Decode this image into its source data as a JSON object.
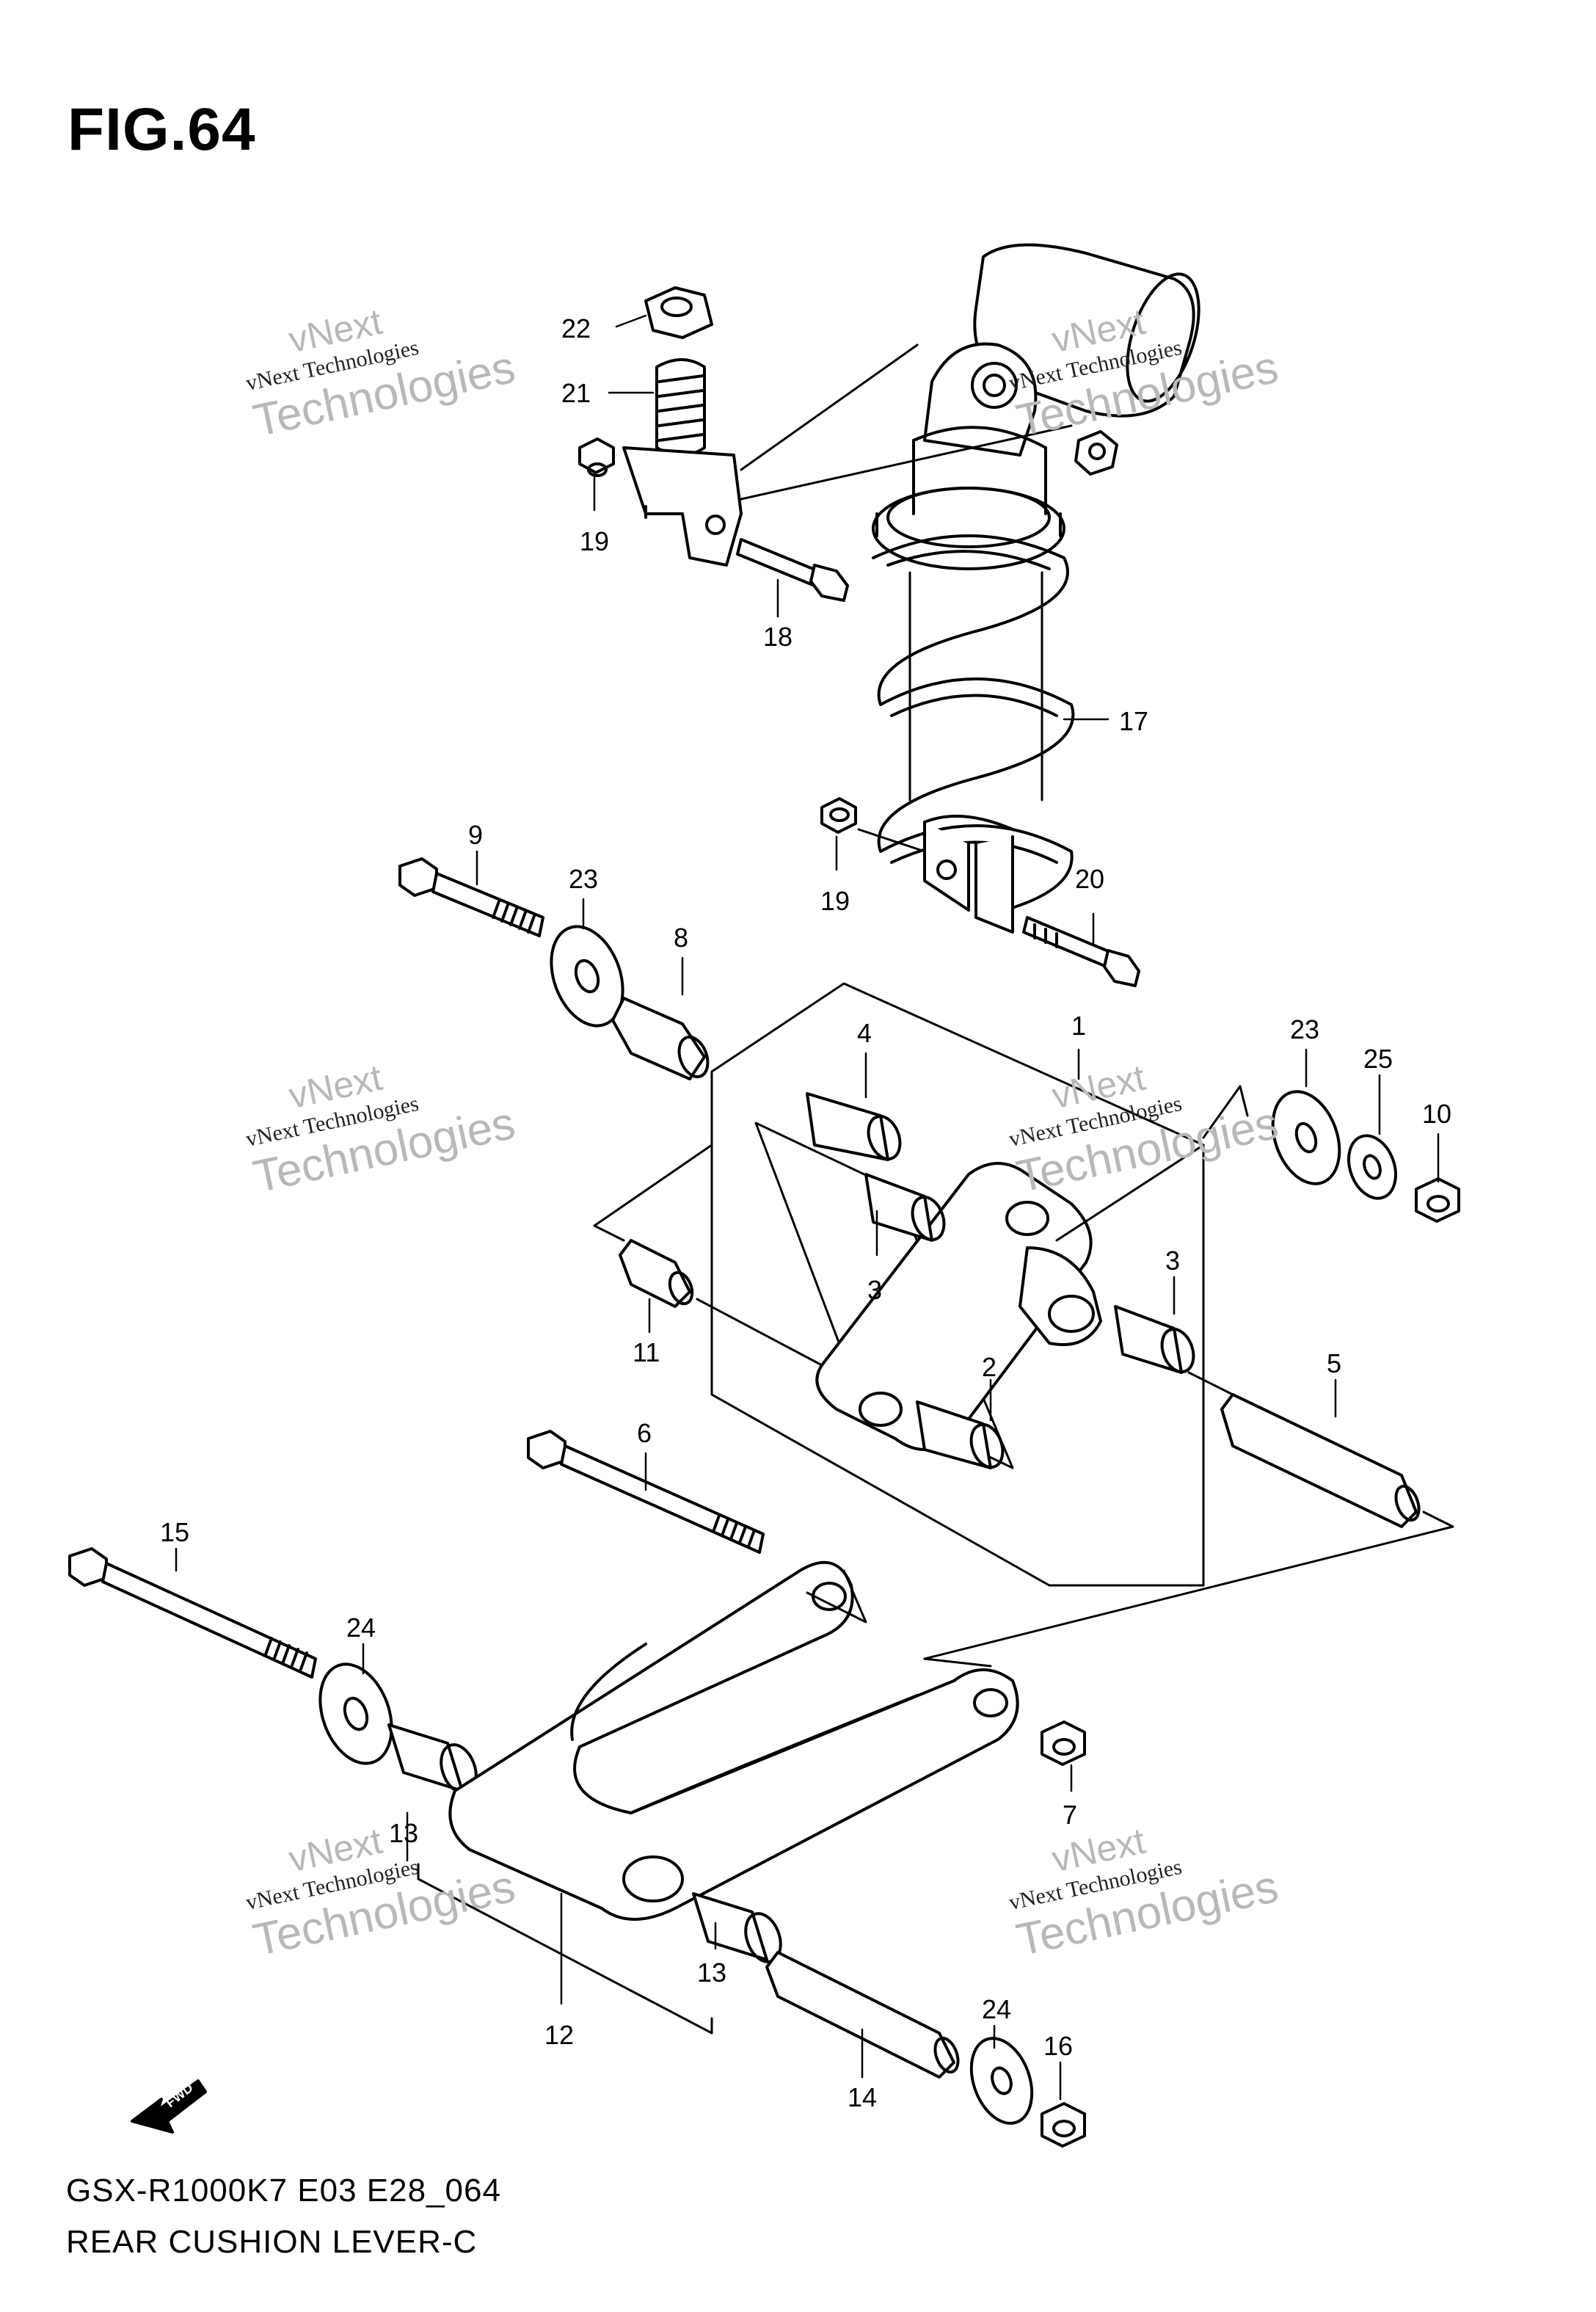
{
  "figure_title": "FIG.64",
  "footer": {
    "model_code": "GSX-R1000K7 E03 E28_064",
    "section_name": "REAR CUSHION LEVER-C"
  },
  "watermark": {
    "top": "vNext",
    "middle": "vNext Technologies",
    "bottom": "Technologies"
  },
  "fwd_label": "FWD",
  "callouts": {
    "p1": "1",
    "p2": "2",
    "p3a": "3",
    "p3b": "3",
    "p4": "4",
    "p5": "5",
    "p6": "6",
    "p7": "7",
    "p8": "8",
    "p9": "9",
    "p10": "10",
    "p11": "11",
    "p12": "12",
    "p13a": "13",
    "p13b": "13",
    "p14": "14",
    "p15": "15",
    "p16": "16",
    "p17": "17",
    "p18": "18",
    "p19a": "19",
    "p19b": "19",
    "p20": "20",
    "p21": "21",
    "p22": "22",
    "p23a": "23",
    "p23b": "23",
    "p24a": "24",
    "p24b": "24",
    "p25": "25"
  }
}
